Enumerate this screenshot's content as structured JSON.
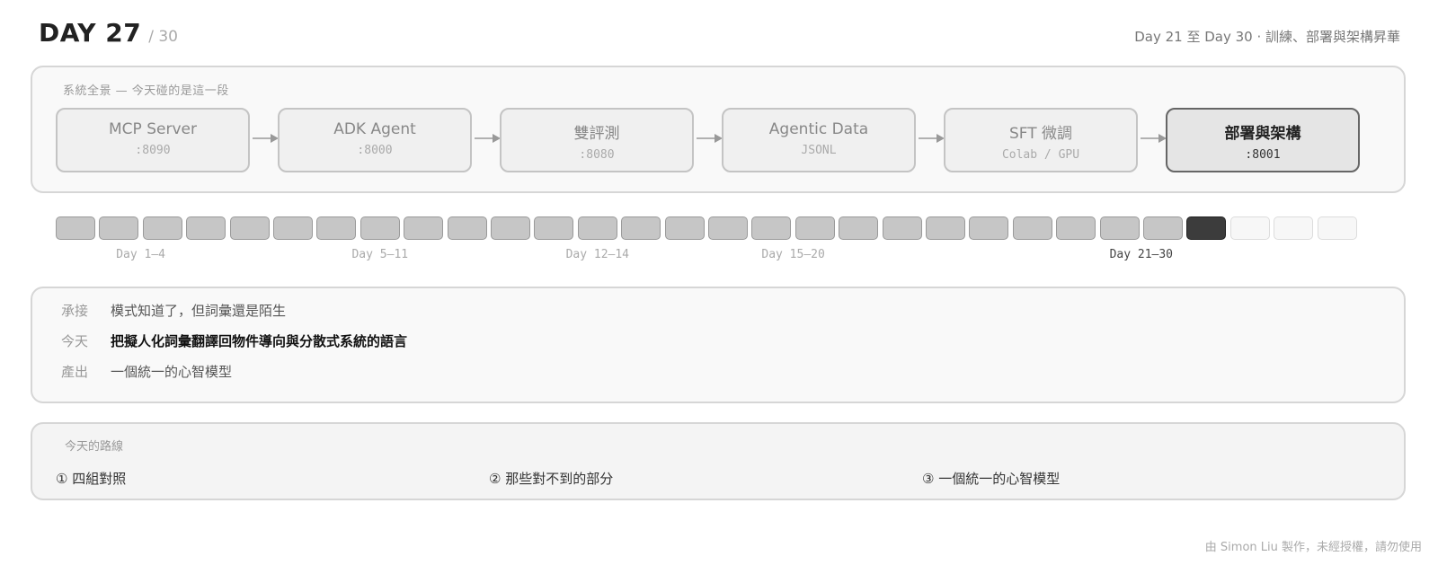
{
  "header": {
    "day": "DAY 27",
    "total": "/ 30",
    "phase_title": "Day 21 至 Day 30 · 訓練、部署與架構昇華"
  },
  "system": {
    "caption": "系統全景 — 今天碰的是這一段",
    "nodes": [
      {
        "name": "MCP Server",
        "port": ":8090",
        "active": false
      },
      {
        "name": "ADK Agent",
        "port": ":8000",
        "active": false
      },
      {
        "name": "雙評測",
        "port": ":8080",
        "active": false
      },
      {
        "name": "Agentic Data",
        "port": "JSONL",
        "active": false
      },
      {
        "name": "SFT 微調",
        "port": "Colab / GPU",
        "active": false
      },
      {
        "name": "部署與架構",
        "port": ":8001",
        "active": true
      }
    ]
  },
  "timeline": {
    "total_days": 30,
    "current_day": 27,
    "phases": [
      {
        "label": "Day 1–4",
        "start": 1,
        "end": 4
      },
      {
        "label": "Day 5–11",
        "start": 5,
        "end": 11
      },
      {
        "label": "Day 12–14",
        "start": 12,
        "end": 14
      },
      {
        "label": "Day 15–20",
        "start": 15,
        "end": 20
      },
      {
        "label": "Day 21–30",
        "start": 21,
        "end": 30,
        "current": true
      }
    ]
  },
  "summary": {
    "rows": [
      {
        "key": "承接",
        "value": "模式知道了，但詞彙還是陌生"
      },
      {
        "key": "今天",
        "value": "把擬人化詞彙翻譯回物件導向與分散式系統的語言"
      },
      {
        "key": "產出",
        "value": "一個統一的心智模型"
      }
    ]
  },
  "route": {
    "caption": "今天的路線",
    "steps": [
      "① 四組對照",
      "② 那些對不到的部分",
      "③ 一個統一的心智模型"
    ]
  },
  "footer": "由 Simon Liu 製作，未經授權，請勿使用"
}
